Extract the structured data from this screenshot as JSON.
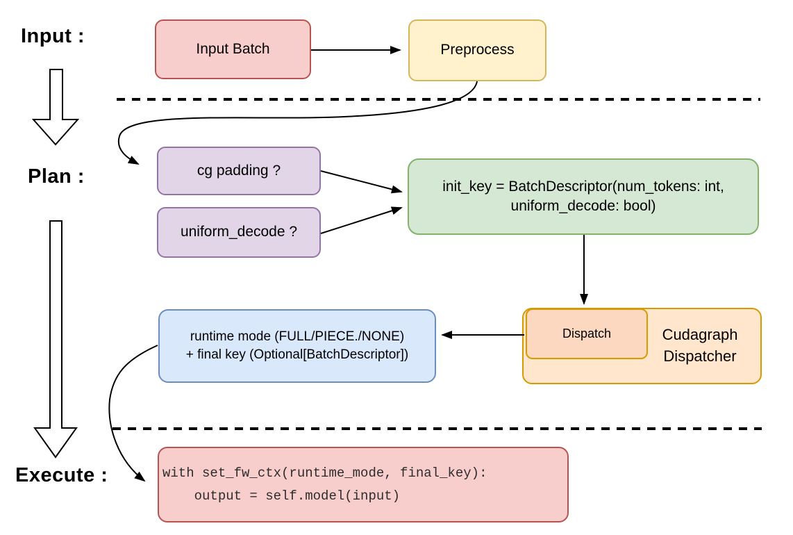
{
  "stage_labels": {
    "input": "Input :",
    "plan": "Plan :",
    "execute": "Execute :"
  },
  "nodes": {
    "input_batch": {
      "label": "Input Batch",
      "fill": "#f8cecc",
      "stroke": "#b85450"
    },
    "preprocess": {
      "label": "Preprocess",
      "fill": "#fff2cc",
      "stroke": "#d6b656"
    },
    "cg_padding": {
      "label": "cg padding ?",
      "fill": "#e1d5e7",
      "stroke": "#9673a6"
    },
    "uniform_decode": {
      "label": "uniform_decode ?",
      "fill": "#e1d5e7",
      "stroke": "#9673a6"
    },
    "init_key": {
      "line1": "init_key = BatchDescriptor(num_tokens: int,",
      "line2": "uniform_decode: bool)",
      "fill": "#d5e8d4",
      "stroke": "#82b366"
    },
    "cudagraph_dispatcher": {
      "line1": "Cudagraph",
      "line2": "Dispatcher",
      "fill": "#ffe6cc",
      "stroke": "#d79b00"
    },
    "dispatch": {
      "label": "Dispatch",
      "fill": "#fdd8c1",
      "stroke": "#d79b00"
    },
    "runtime_mode": {
      "line1": "runtime mode (FULL/PIECE./NONE)",
      "line2": "+ final key (Optional[BatchDescriptor])",
      "fill": "#dae8fc",
      "stroke": "#6c8ebf"
    },
    "execute_code": {
      "line1": "with set_fw_ctx(runtime_mode, final_key):",
      "line2": "    output = self.model(input)",
      "fill": "#f8cecc",
      "stroke": "#b85450"
    }
  },
  "connectors": {
    "color": "#000000"
  }
}
